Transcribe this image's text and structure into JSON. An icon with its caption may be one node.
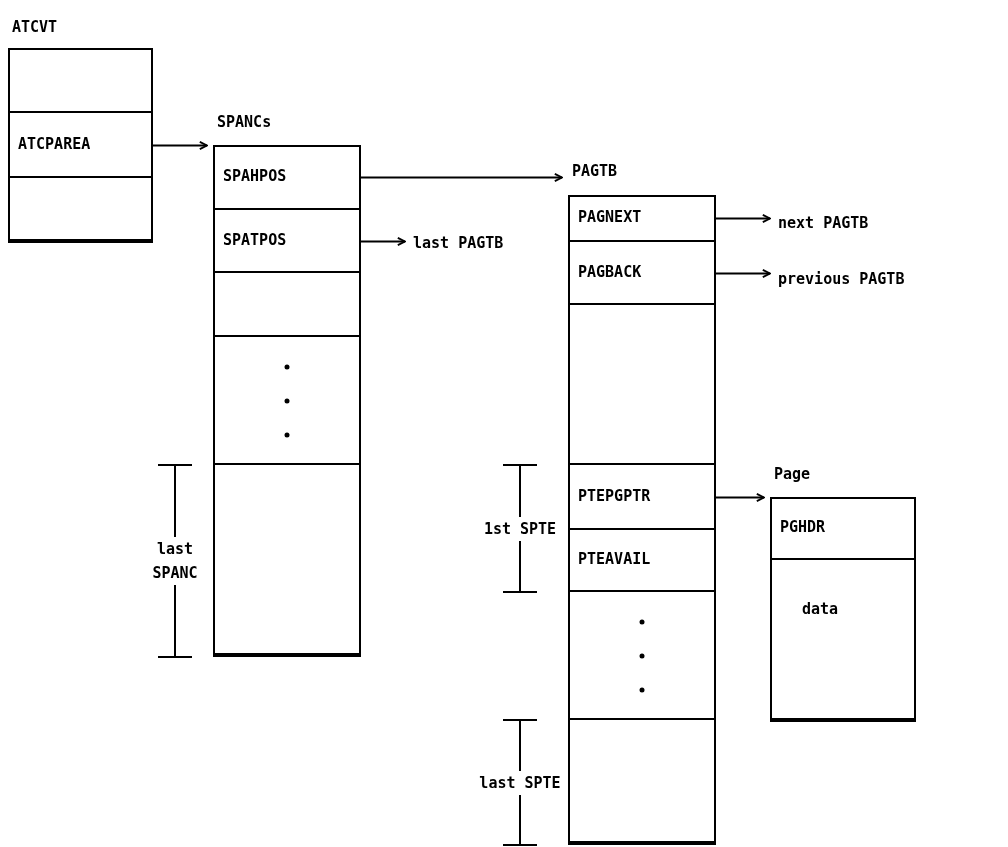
{
  "diagram": {
    "nodes": [
      {
        "text": [
          "ATCVT"
        ]
      },
      {
        "text": [],
        "shape": "box",
        "in": 0
      },
      {
        "text": [
          "ATCPAREA"
        ],
        "in": 0
      },
      {
        "text": [],
        "shape": "box",
        "in": 0
      },
      {
        "text": [
          "SPANCs"
        ]
      },
      {
        "text": [
          "SPAHPOS"
        ],
        "in": 4
      },
      {
        "text": [
          "SPATPOS"
        ],
        "in": 4
      },
      {
        "text": [],
        "shape": "box",
        "in": 4
      },
      {
        "text": [],
        "shape": "box",
        "in": 4
      },
      {
        "text": [],
        "shape": "box",
        "in": 4
      },
      {
        "text": [
          "PAGTB"
        ]
      },
      {
        "text": [
          "PAGNEXT"
        ],
        "in": 10
      },
      {
        "text": [
          "PAGBACK"
        ],
        "in": 10
      },
      {
        "text": [],
        "shape": "box",
        "in": 10
      },
      {
        "text": [
          "PTEPGPTR"
        ],
        "in": 10
      },
      {
        "text": [
          "PTEAVAIL"
        ],
        "in": 10
      },
      {
        "text": [],
        "shape": "box",
        "in": 10
      },
      {
        "text": [],
        "shape": "box",
        "in": 10
      },
      {
        "text": [
          "Page"
        ]
      },
      {
        "text": [
          "PGHDR"
        ],
        "in": 18
      },
      {
        "text": [
          "data"
        ],
        "in": 18
      },
      {
        "text": [
          "last PAGTB"
        ]
      },
      {
        "text": [
          "next PAGTB"
        ]
      },
      {
        "text": [
          "previous PAGTB"
        ]
      }
    ],
    "edges": [
      {
        "from": 2,
        "to": 4,
        "arrow": "to"
      },
      {
        "from": 5,
        "to": 10,
        "arrow": "to"
      },
      {
        "from": 6,
        "to": 21,
        "arrow": "to"
      },
      {
        "from": 11,
        "to": 22,
        "arrow": "to"
      },
      {
        "from": 12,
        "to": 23,
        "arrow": "to"
      },
      {
        "from": 14,
        "to": 18,
        "arrow": "to"
      }
    ],
    "labels": [
      "last SPANC",
      "1st SPTE",
      "last SPTE"
    ]
  }
}
